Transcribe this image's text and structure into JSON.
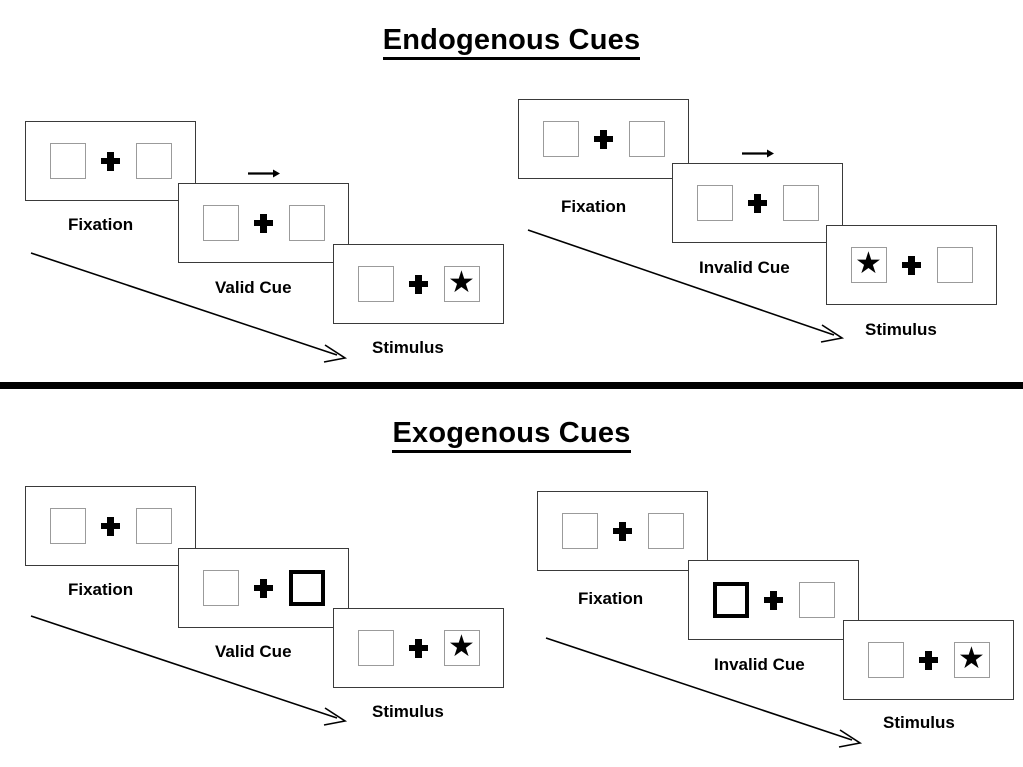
{
  "figure": {
    "sections": [
      {
        "id": "endogenous",
        "title": "Endogenous Cues",
        "sequences": [
          {
            "id": "endogenous-valid",
            "cue_type": "arrow",
            "panels": [
              {
                "name": "fixation",
                "caption": "Fixation",
                "left_box": "empty",
                "right_box": "empty",
                "center": "fixation-cross",
                "cue": "none"
              },
              {
                "name": "valid-cue",
                "caption": "Valid Cue",
                "left_box": "empty",
                "right_box": "empty",
                "center": "fixation-cross",
                "cue": "arrow-right"
              },
              {
                "name": "stimulus",
                "caption": "Stimulus",
                "left_box": "empty",
                "right_box": "star",
                "center": "fixation-cross",
                "cue": "none"
              }
            ]
          },
          {
            "id": "endogenous-invalid",
            "cue_type": "arrow",
            "panels": [
              {
                "name": "fixation",
                "caption": "Fixation",
                "left_box": "empty",
                "right_box": "empty",
                "center": "fixation-cross",
                "cue": "none"
              },
              {
                "name": "invalid-cue",
                "caption": "Invalid Cue",
                "left_box": "empty",
                "right_box": "empty",
                "center": "fixation-cross",
                "cue": "arrow-right"
              },
              {
                "name": "stimulus",
                "caption": "Stimulus",
                "left_box": "star",
                "right_box": "empty",
                "center": "fixation-cross",
                "cue": "none"
              }
            ]
          }
        ]
      },
      {
        "id": "exogenous",
        "title": "Exogenous Cues",
        "sequences": [
          {
            "id": "exogenous-valid",
            "cue_type": "box-highlight",
            "panels": [
              {
                "name": "fixation",
                "caption": "Fixation",
                "left_box": "empty",
                "right_box": "empty",
                "center": "fixation-cross",
                "cue": "none"
              },
              {
                "name": "valid-cue",
                "caption": "Valid Cue",
                "left_box": "empty",
                "right_box": "cued",
                "center": "fixation-cross",
                "cue": "none"
              },
              {
                "name": "stimulus",
                "caption": "Stimulus",
                "left_box": "empty",
                "right_box": "star",
                "center": "fixation-cross",
                "cue": "none"
              }
            ]
          },
          {
            "id": "exogenous-invalid",
            "cue_type": "box-highlight",
            "panels": [
              {
                "name": "fixation",
                "caption": "Fixation",
                "left_box": "empty",
                "right_box": "empty",
                "center": "fixation-cross",
                "cue": "none"
              },
              {
                "name": "invalid-cue",
                "caption": "Invalid Cue",
                "left_box": "cued",
                "right_box": "empty",
                "center": "fixation-cross",
                "cue": "none"
              },
              {
                "name": "stimulus",
                "caption": "Stimulus",
                "left_box": "empty",
                "right_box": "star",
                "center": "fixation-cross",
                "cue": "none"
              }
            ]
          }
        ]
      }
    ],
    "glyphs": {
      "star": "★",
      "fixation_cross": "plus-shape",
      "cue_arrow": "arrow-right-icon",
      "flow_arrow": "long-arrow-down-right-icon"
    },
    "colors": {
      "ink": "#000000",
      "panel_border": "#3a3a3a",
      "box_border": "#9b9b9b",
      "cued_box_border": "#000000",
      "background": "#ffffff"
    }
  }
}
